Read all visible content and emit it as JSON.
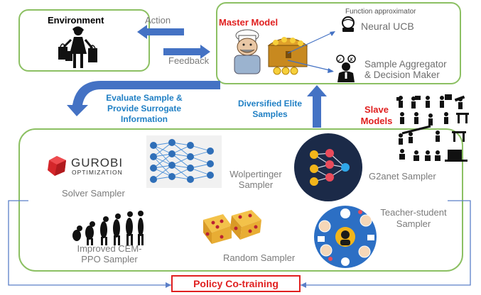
{
  "colors": {
    "box_border": "#8cc063",
    "arrow": "#4472c4",
    "blue_text": "#1f7fc4",
    "red_text": "#e02020",
    "gray_text": "#7b7b7b",
    "line": "#5b7fc8"
  },
  "environment": {
    "title": "Environment",
    "icon": "shopper-with-bags-icon"
  },
  "arrows": {
    "action": "Action",
    "feedback": "Feedback",
    "evaluate": "Evaluate Sample &\nProvide Surrogate\nInformation",
    "diversified": "Diversified Elite\nSamples"
  },
  "master": {
    "title": "Master Model",
    "icon": "chef-with-treasure-icon",
    "function_approximator": "Function approximator",
    "neural_ucb": "Neural UCB",
    "aggregator": "Sample Aggregator\n& Decision Maker"
  },
  "slave": {
    "title": "Slave\nModels",
    "icon": "workers-silhouettes-icon"
  },
  "samplers": {
    "gurobi_logo_line1": "GUROBI",
    "gurobi_logo_line2": "OPTIMIZATION",
    "solver": "Solver Sampler",
    "wolpertinger": "Wolpertinger\nSampler",
    "g2anet": "G2anet Sampler",
    "teacher_student": "Teacher-student\nSampler",
    "cem_ppo": "Improved CEM-\nPPO Sampler",
    "random": "Random Sampler"
  },
  "policy": "Policy Co-training"
}
